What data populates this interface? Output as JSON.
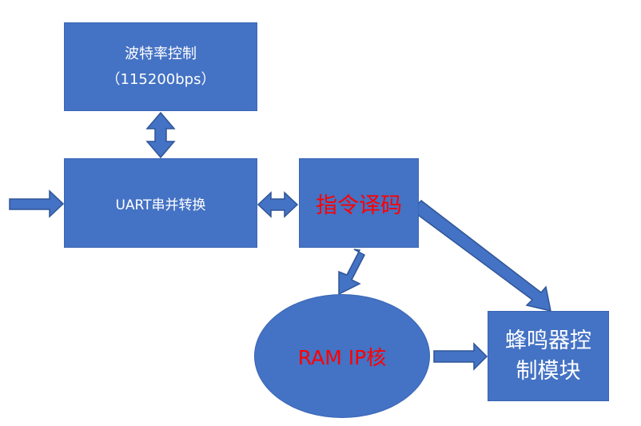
{
  "nodes": {
    "baud_control": {
      "line1": "波特率控制",
      "line2": "（115200bps）"
    },
    "uart": {
      "label": "UART串并转换"
    },
    "instruction_decode": {
      "label": "指令译码"
    },
    "ram_ip": {
      "label": "RAM IP核"
    },
    "buzzer_control": {
      "line1": "蜂鸣器控",
      "line2": "制模块"
    }
  },
  "colors": {
    "node_fill": "#4472C4",
    "arrow_stroke": "#2F5597",
    "highlight_text": "#FF0000",
    "text": "#FFFFFF"
  }
}
